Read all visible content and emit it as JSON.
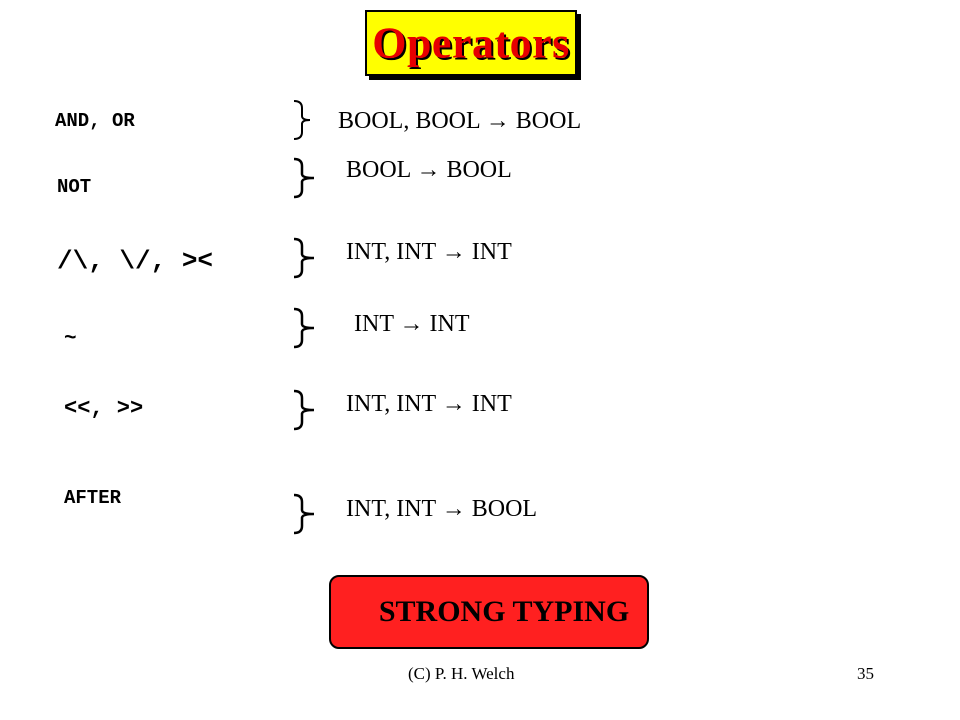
{
  "title": "Operators",
  "operators": [
    {
      "op": "AND, OR",
      "sig": "BOOL, BOOL → BOOL"
    },
    {
      "op": "NOT",
      "sig": "BOOL → BOOL"
    },
    {
      "op": "/\\, \\/, ><",
      "sig": "INT, INT → INT"
    },
    {
      "op": "~",
      "sig": "INT → INT"
    },
    {
      "op": "<<, >>",
      "sig": "INT, INT → INT"
    },
    {
      "op": "AFTER",
      "sig": "INT, INT → BOOL"
    }
  ],
  "callout": "STRONG TYPING",
  "footer": {
    "copyright": "(C) P. H. Welch",
    "page_number": "35"
  },
  "colors": {
    "title_bg": "#ffff00",
    "title_text": "#e60000",
    "callout_bg": "#ff2020"
  }
}
